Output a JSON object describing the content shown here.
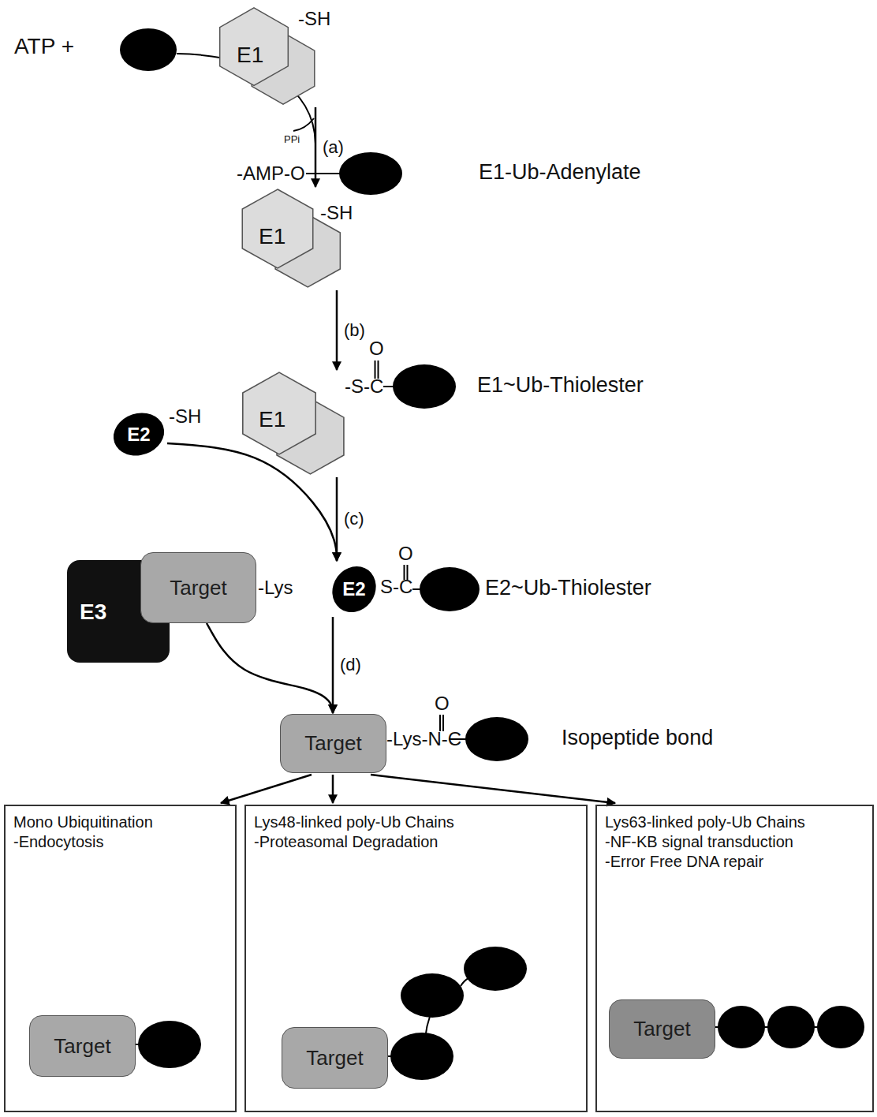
{
  "diagram": {
    "nodes": [
      {
        "text": [
          "E1"
        ]
      },
      {
        "text": [
          "E1"
        ]
      },
      {
        "text": [
          "E1"
        ]
      },
      {
        "text": [
          "E2"
        ]
      },
      {
        "text": [
          "E3"
        ]
      },
      {
        "text": [
          "Target"
        ]
      },
      {
        "text": [
          "E2"
        ]
      },
      {
        "text": [
          "Target"
        ]
      },
      {
        "text": [
          "Mono Ubiquitination",
          "-Endocytosis"
        ]
      },
      {
        "text": [
          "Target"
        ],
        "in": 8
      },
      {
        "text": [
          "Lys48-linked poly-Ub Chains",
          "-Proteasomal Degradation"
        ]
      },
      {
        "text": [
          "Target"
        ],
        "in": 10
      },
      {
        "text": [
          "Lys63-linked poly-Ub Chains",
          "-NF-KB signal transduction",
          "-Error Free DNA repair"
        ]
      },
      {
        "text": [
          "Target"
        ],
        "in": 12
      }
    ],
    "edges": [
      {
        "from": 0,
        "to": 1,
        "arrow": "to",
        "label": "(a)"
      },
      {
        "from": 1,
        "to": 2,
        "arrow": "to",
        "label": "(b)"
      },
      {
        "from": 2,
        "to": 6,
        "arrow": "to",
        "label": "(c)"
      },
      {
        "from": 3,
        "to": 6,
        "arrow": "to"
      },
      {
        "from": 6,
        "to": 7,
        "arrow": "to",
        "label": "(d)"
      },
      {
        "from": 5,
        "to": 7,
        "arrow": "to"
      },
      {
        "from": 7,
        "to": 8,
        "arrow": "to"
      },
      {
        "from": 7,
        "to": 10,
        "arrow": "to"
      },
      {
        "from": 7,
        "to": 12,
        "arrow": "to"
      }
    ],
    "labels": [
      "ATP +",
      "-SH",
      "PPi",
      "-AMP-O",
      "-SH",
      "E1-Ub-Adenylate",
      "O",
      "-S-C",
      "E1~Ub-Thiolester",
      "-SH",
      "O",
      "S-C",
      "E2~Ub-Thiolester",
      "-Lys",
      "O",
      "-Lys-N-C",
      "Isopeptide bond"
    ]
  }
}
